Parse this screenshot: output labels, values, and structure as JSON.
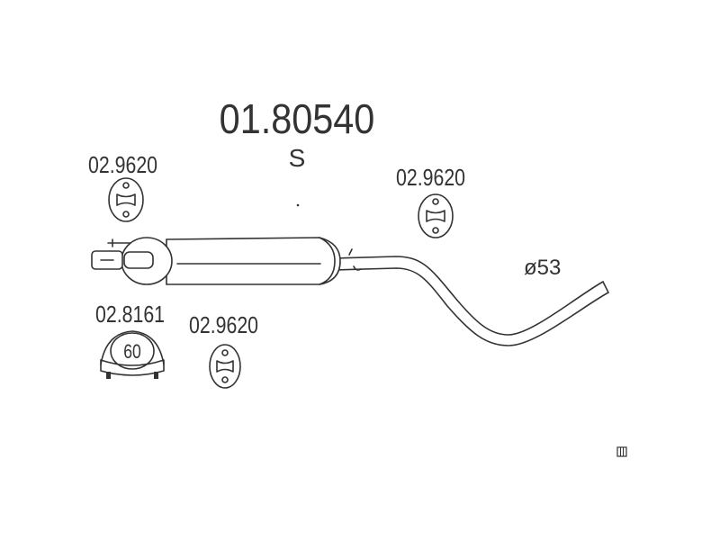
{
  "part_number": "01.80540",
  "part_suffix": "S",
  "diameter_label": "ø53",
  "parts": [
    {
      "label": "02.9620",
      "type": "rubber-hanger"
    },
    {
      "label": "02.9620",
      "type": "rubber-hanger"
    },
    {
      "label": "02.9620",
      "type": "rubber-hanger"
    },
    {
      "label": "02.8161",
      "type": "pipe-clamp",
      "size": "60"
    }
  ],
  "colors": {
    "line": "#333333",
    "background": "#ffffff"
  }
}
